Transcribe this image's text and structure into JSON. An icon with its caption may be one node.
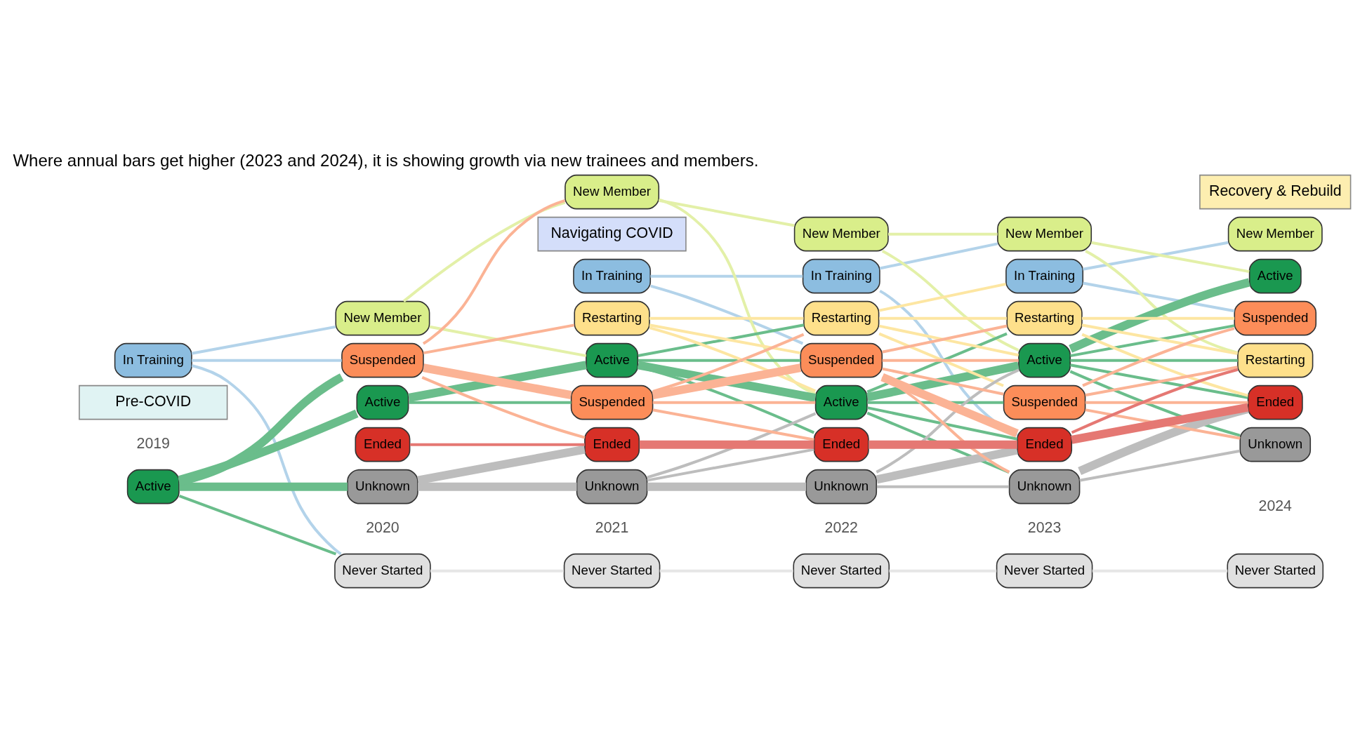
{
  "diagram": {
    "title": "Where annual bars get higher (2023 and 2024), it is showing growth via new trainees and members.",
    "nodes": [
      {
        "text": [
          "Pre-COVID"
        ]
      },
      {
        "text": [
          "Navigating COVID"
        ]
      },
      {
        "text": [
          "Recovery & Rebuild"
        ]
      },
      {
        "text": [
          "In Training"
        ]
      },
      {
        "text": [
          "Active"
        ]
      },
      {
        "text": [
          "New Member"
        ]
      },
      {
        "text": [
          "Active"
        ]
      },
      {
        "text": [
          "Unknown"
        ]
      },
      {
        "text": [
          "Suspended"
        ]
      },
      {
        "text": [
          "Ended"
        ]
      },
      {
        "text": [
          "Never Started"
        ]
      },
      {
        "text": [
          "In Training"
        ]
      },
      {
        "text": [
          "New Member"
        ]
      },
      {
        "text": [
          "Active"
        ]
      },
      {
        "text": [
          "Restarting"
        ]
      },
      {
        "text": [
          "Unknown"
        ]
      },
      {
        "text": [
          "Suspended"
        ]
      },
      {
        "text": [
          "Ended"
        ]
      },
      {
        "text": [
          "Never Started"
        ]
      },
      {
        "text": [
          "In Training"
        ]
      },
      {
        "text": [
          "New Member"
        ]
      },
      {
        "text": [
          "Active"
        ]
      },
      {
        "text": [
          "Restarting"
        ]
      },
      {
        "text": [
          "Unknown"
        ]
      },
      {
        "text": [
          "Suspended"
        ]
      },
      {
        "text": [
          "Ended"
        ]
      },
      {
        "text": [
          "Never Started"
        ]
      },
      {
        "text": [
          "In Training"
        ]
      },
      {
        "text": [
          "New Member"
        ]
      },
      {
        "text": [
          "Active"
        ]
      },
      {
        "text": [
          "Restarting"
        ]
      },
      {
        "text": [
          "Unknown"
        ]
      },
      {
        "text": [
          "Suspended"
        ]
      },
      {
        "text": [
          "Ended"
        ]
      },
      {
        "text": [
          "Never Started"
        ]
      },
      {
        "text": [
          "New Member"
        ]
      },
      {
        "text": [
          "Active"
        ]
      },
      {
        "text": [
          "Restarting"
        ]
      },
      {
        "text": [
          "Unknown"
        ]
      },
      {
        "text": [
          "Suspended"
        ]
      },
      {
        "text": [
          "Ended"
        ]
      },
      {
        "text": [
          "Never Started"
        ]
      }
    ],
    "edges": [
      {
        "from": 3,
        "to": 5,
        "arrow": "none",
        "color": "#b3d3ea"
      },
      {
        "from": 3,
        "to": 8,
        "arrow": "none",
        "color": "#b3d3ea"
      },
      {
        "from": 3,
        "to": 10,
        "arrow": "none",
        "color": "#b3d3ea"
      },
      {
        "from": 4,
        "to": 6,
        "arrow": "none",
        "style": "thick",
        "color": "#6abd8b"
      },
      {
        "from": 4,
        "to": 7,
        "arrow": "none",
        "style": "thick",
        "color": "#6abd8b"
      },
      {
        "from": 4,
        "to": 8,
        "arrow": "none",
        "style": "thick",
        "color": "#6abd8b"
      },
      {
        "from": 4,
        "to": 10,
        "arrow": "none",
        "color": "#6abd8b"
      },
      {
        "from": 5,
        "to": 12,
        "arrow": "none",
        "color": "#e3f0a8"
      },
      {
        "from": 5,
        "to": 13,
        "arrow": "none",
        "color": "#e3f0a8"
      },
      {
        "from": 6,
        "to": 13,
        "arrow": "none",
        "style": "thick",
        "color": "#6abd8b"
      },
      {
        "from": 6,
        "to": 16,
        "arrow": "none",
        "color": "#6abd8b"
      },
      {
        "from": 7,
        "to": 15,
        "arrow": "none",
        "style": "thick",
        "color": "#bdbdbd"
      },
      {
        "from": 7,
        "to": 17,
        "arrow": "none",
        "style": "thick",
        "color": "#bdbdbd"
      },
      {
        "from": 8,
        "to": 12,
        "arrow": "none",
        "color": "#fbb395"
      },
      {
        "from": 8,
        "to": 14,
        "arrow": "none",
        "color": "#fbb395"
      },
      {
        "from": 8,
        "to": 16,
        "arrow": "none",
        "style": "thick",
        "color": "#fbb395"
      },
      {
        "from": 8,
        "to": 17,
        "arrow": "none",
        "color": "#fbb395"
      },
      {
        "from": 9,
        "to": 17,
        "arrow": "none",
        "color": "#e57873"
      },
      {
        "from": 10,
        "to": 18,
        "arrow": "none",
        "color": "#e6e6e6"
      },
      {
        "from": 11,
        "to": 19,
        "arrow": "none",
        "color": "#b3d3ea"
      },
      {
        "from": 11,
        "to": 24,
        "arrow": "none",
        "color": "#b3d3ea"
      },
      {
        "from": 12,
        "to": 20,
        "arrow": "none",
        "color": "#e3f0a8"
      },
      {
        "from": 12,
        "to": 21,
        "arrow": "none",
        "color": "#e3f0a8"
      },
      {
        "from": 13,
        "to": 21,
        "arrow": "none",
        "style": "thick",
        "color": "#6abd8b"
      },
      {
        "from": 13,
        "to": 22,
        "arrow": "none",
        "color": "#6abd8b"
      },
      {
        "from": 13,
        "to": 24,
        "arrow": "none",
        "color": "#6abd8b"
      },
      {
        "from": 13,
        "to": 25,
        "arrow": "none",
        "color": "#6abd8b"
      },
      {
        "from": 14,
        "to": 21,
        "arrow": "none",
        "color": "#fde6a2"
      },
      {
        "from": 14,
        "to": 22,
        "arrow": "none",
        "color": "#fde6a2"
      },
      {
        "from": 14,
        "to": 24,
        "arrow": "none",
        "color": "#fde6a2"
      },
      {
        "from": 15,
        "to": 21,
        "arrow": "none",
        "color": "#bdbdbd"
      },
      {
        "from": 15,
        "to": 23,
        "arrow": "none",
        "style": "thick",
        "color": "#bdbdbd"
      },
      {
        "from": 15,
        "to": 25,
        "arrow": "none",
        "color": "#bdbdbd"
      },
      {
        "from": 16,
        "to": 21,
        "arrow": "none",
        "color": "#fbb395"
      },
      {
        "from": 16,
        "to": 22,
        "arrow": "none",
        "color": "#fbb395"
      },
      {
        "from": 16,
        "to": 24,
        "arrow": "none",
        "style": "thick",
        "color": "#fbb395"
      },
      {
        "from": 16,
        "to": 25,
        "arrow": "none",
        "color": "#fbb395"
      },
      {
        "from": 17,
        "to": 25,
        "arrow": "none",
        "style": "thick",
        "color": "#e57873"
      },
      {
        "from": 18,
        "to": 26,
        "arrow": "none",
        "color": "#e6e6e6"
      },
      {
        "from": 19,
        "to": 28,
        "arrow": "none",
        "color": "#b3d3ea"
      },
      {
        "from": 19,
        "to": 33,
        "arrow": "none",
        "color": "#b3d3ea"
      },
      {
        "from": 20,
        "to": 28,
        "arrow": "none",
        "color": "#e3f0a8"
      },
      {
        "from": 20,
        "to": 29,
        "arrow": "none",
        "color": "#e3f0a8"
      },
      {
        "from": 21,
        "to": 29,
        "arrow": "none",
        "style": "thick",
        "color": "#6abd8b"
      },
      {
        "from": 21,
        "to": 30,
        "arrow": "none",
        "color": "#6abd8b"
      },
      {
        "from": 21,
        "to": 31,
        "arrow": "none",
        "color": "#6abd8b"
      },
      {
        "from": 21,
        "to": 32,
        "arrow": "none",
        "color": "#6abd8b"
      },
      {
        "from": 21,
        "to": 33,
        "arrow": "none",
        "color": "#6abd8b"
      },
      {
        "from": 22,
        "to": 27,
        "arrow": "none",
        "color": "#fde6a2"
      },
      {
        "from": 22,
        "to": 29,
        "arrow": "none",
        "color": "#fde6a2"
      },
      {
        "from": 22,
        "to": 30,
        "arrow": "none",
        "color": "#fde6a2"
      },
      {
        "from": 22,
        "to": 32,
        "arrow": "none",
        "color": "#fde6a2"
      },
      {
        "from": 23,
        "to": 29,
        "arrow": "none",
        "color": "#bdbdbd"
      },
      {
        "from": 23,
        "to": 31,
        "arrow": "none",
        "color": "#bdbdbd"
      },
      {
        "from": 23,
        "to": 33,
        "arrow": "none",
        "style": "thick",
        "color": "#bdbdbd"
      },
      {
        "from": 24,
        "to": 29,
        "arrow": "none",
        "color": "#fbb395"
      },
      {
        "from": 24,
        "to": 30,
        "arrow": "none",
        "color": "#fbb395"
      },
      {
        "from": 24,
        "to": 31,
        "arrow": "none",
        "color": "#fbb395"
      },
      {
        "from": 24,
        "to": 32,
        "arrow": "none",
        "color": "#fbb395"
      },
      {
        "from": 24,
        "to": 33,
        "arrow": "none",
        "style": "thick",
        "color": "#fbb395"
      },
      {
        "from": 25,
        "to": 33,
        "arrow": "none",
        "style": "thick",
        "color": "#e57873"
      },
      {
        "from": 26,
        "to": 34,
        "arrow": "none",
        "color": "#e6e6e6"
      },
      {
        "from": 27,
        "to": 35,
        "arrow": "none",
        "color": "#b3d3ea"
      },
      {
        "from": 27,
        "to": 39,
        "arrow": "none",
        "color": "#b3d3ea"
      },
      {
        "from": 28,
        "to": 36,
        "arrow": "none",
        "color": "#e3f0a8"
      },
      {
        "from": 28,
        "to": 37,
        "arrow": "none",
        "color": "#e3f0a8"
      },
      {
        "from": 29,
        "to": 36,
        "arrow": "none",
        "style": "thick",
        "color": "#6abd8b"
      },
      {
        "from": 29,
        "to": 37,
        "arrow": "none",
        "color": "#6abd8b"
      },
      {
        "from": 29,
        "to": 38,
        "arrow": "none",
        "color": "#6abd8b"
      },
      {
        "from": 29,
        "to": 39,
        "arrow": "none",
        "color": "#6abd8b"
      },
      {
        "from": 29,
        "to": 40,
        "arrow": "none",
        "color": "#6abd8b"
      },
      {
        "from": 30,
        "to": 37,
        "arrow": "none",
        "color": "#fde6a2"
      },
      {
        "from": 30,
        "to": 39,
        "arrow": "none",
        "color": "#fde6a2"
      },
      {
        "from": 30,
        "to": 40,
        "arrow": "none",
        "color": "#fde6a2"
      },
      {
        "from": 31,
        "to": 38,
        "arrow": "none",
        "color": "#bdbdbd"
      },
      {
        "from": 31,
        "to": 40,
        "arrow": "none",
        "style": "thick",
        "color": "#bdbdbd"
      },
      {
        "from": 32,
        "to": 37,
        "arrow": "none",
        "color": "#fbb395"
      },
      {
        "from": 32,
        "to": 38,
        "arrow": "none",
        "color": "#fbb395"
      },
      {
        "from": 32,
        "to": 39,
        "arrow": "none",
        "color": "#fbb395"
      },
      {
        "from": 32,
        "to": 40,
        "arrow": "none",
        "color": "#fbb395"
      },
      {
        "from": 33,
        "to": 37,
        "arrow": "none",
        "color": "#e57873"
      },
      {
        "from": 33,
        "to": 40,
        "arrow": "none",
        "style": "thick",
        "color": "#e57873"
      },
      {
        "from": 34,
        "to": 41,
        "arrow": "none",
        "color": "#e6e6e6"
      }
    ],
    "labels": [
      "2019",
      "2020",
      "2021",
      "2022",
      "2023",
      "2024"
    ]
  }
}
